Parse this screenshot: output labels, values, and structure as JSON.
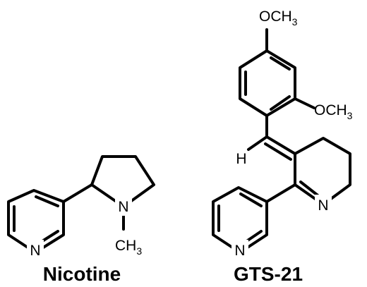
{
  "figure": {
    "molecules": [
      {
        "name": "Nicotine",
        "atoms": {
          "pyridine_n": "N",
          "pyrrolidine_n": "N",
          "methyl": "CH",
          "methyl_sub": "3"
        }
      },
      {
        "name": "GTS-21",
        "atoms": {
          "methoxy_top": "OCH",
          "methoxy_top_sub": "3",
          "methoxy_right": "OCH",
          "methoxy_right_sub": "3",
          "vinyl_h": "H",
          "imine_n": "N",
          "pyridine_n": "N"
        }
      }
    ],
    "colors": {
      "ink": "#000000",
      "background": "#ffffff"
    }
  }
}
